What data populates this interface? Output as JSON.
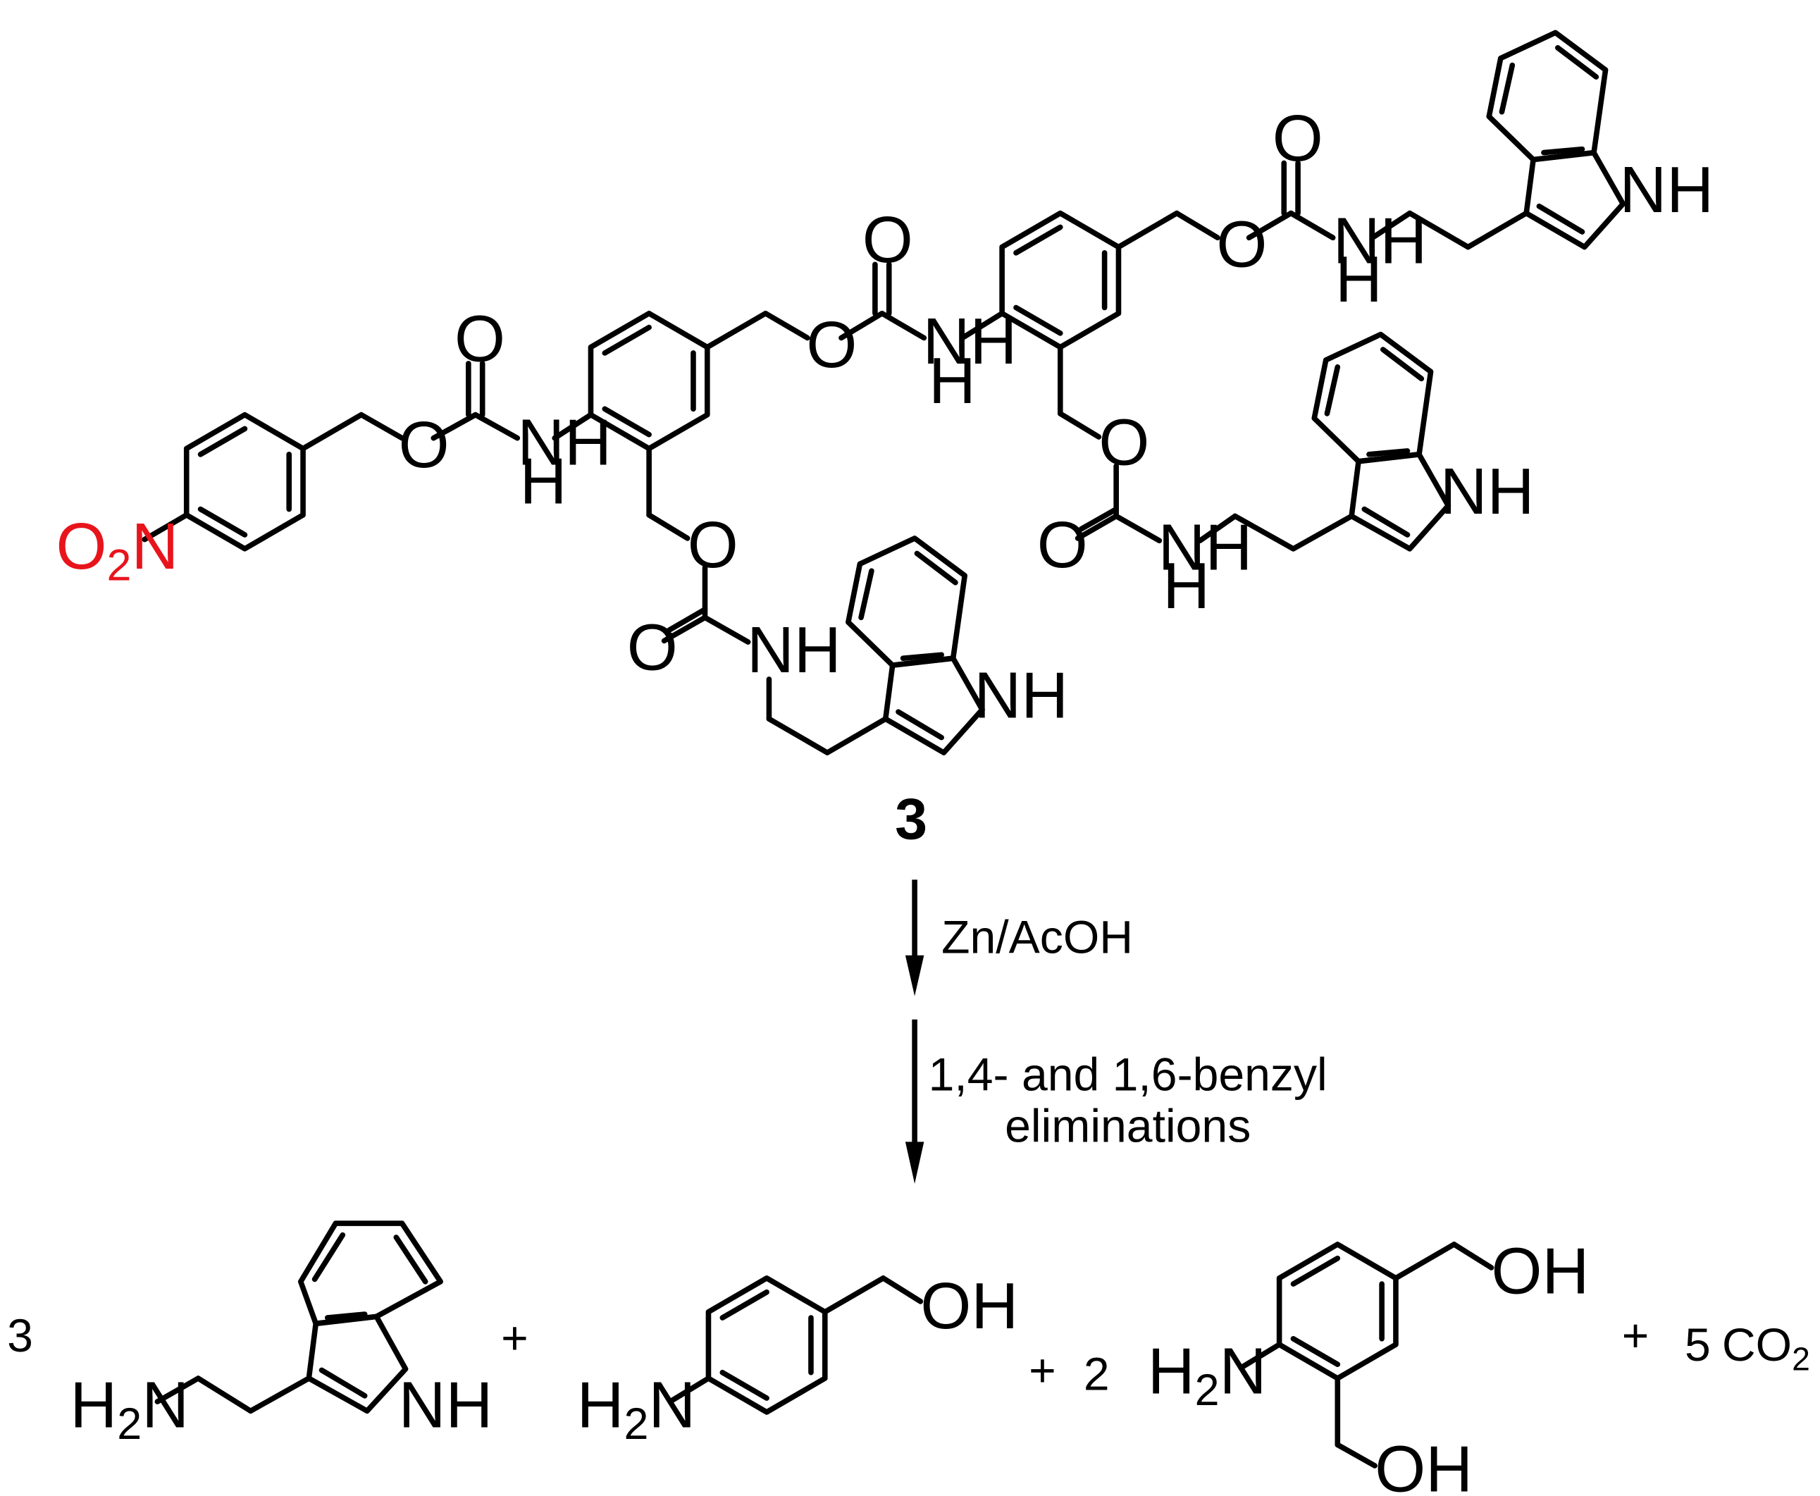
{
  "compound_number": "3",
  "reagent_step1": "Zn/AcOH",
  "reagent_step2_line1": "1,4- and 1,6-benzyl",
  "reagent_step2_line2": "eliminations",
  "nitro_label": "O2N",
  "product_coefficients": [
    "3",
    "2",
    "5"
  ],
  "co2_label": "CO2",
  "plus_sign": "+",
  "atom_labels": {
    "O": "O",
    "NH": "NH",
    "H": "H",
    "N": "N",
    "OH": "OH",
    "H2N": "H2N"
  },
  "colors": {
    "nitro_group": "#e8141c",
    "bonds": "#000000"
  }
}
